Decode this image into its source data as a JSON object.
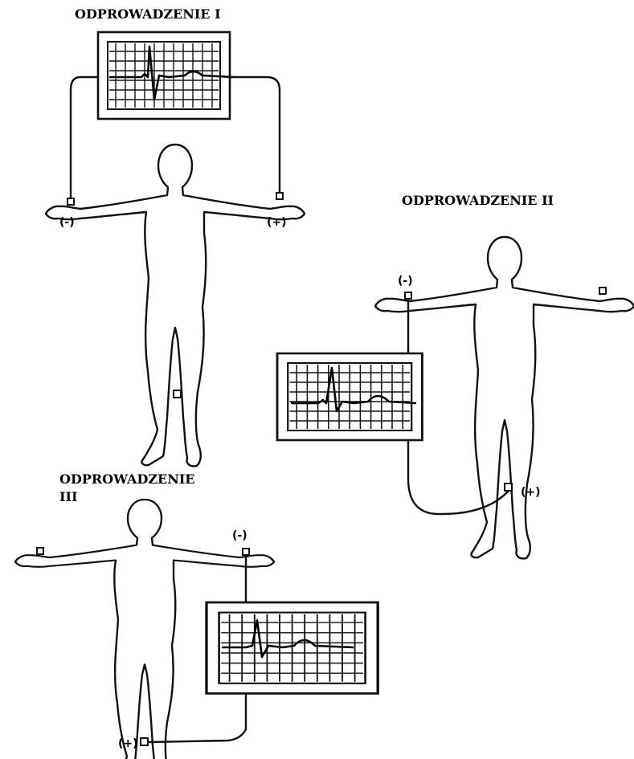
{
  "leads": [
    {
      "title": "ODPROWADZENIE I",
      "negative_label": "(-)",
      "positive_label": "(+)"
    },
    {
      "title": "ODPROWADZENIE II",
      "negative_label": "(-)",
      "positive_label": "(+)"
    },
    {
      "title_line1": "ODPROWADZENIE",
      "title_line2": "III",
      "negative_label": "(-)",
      "positive_label": "(+)"
    }
  ]
}
